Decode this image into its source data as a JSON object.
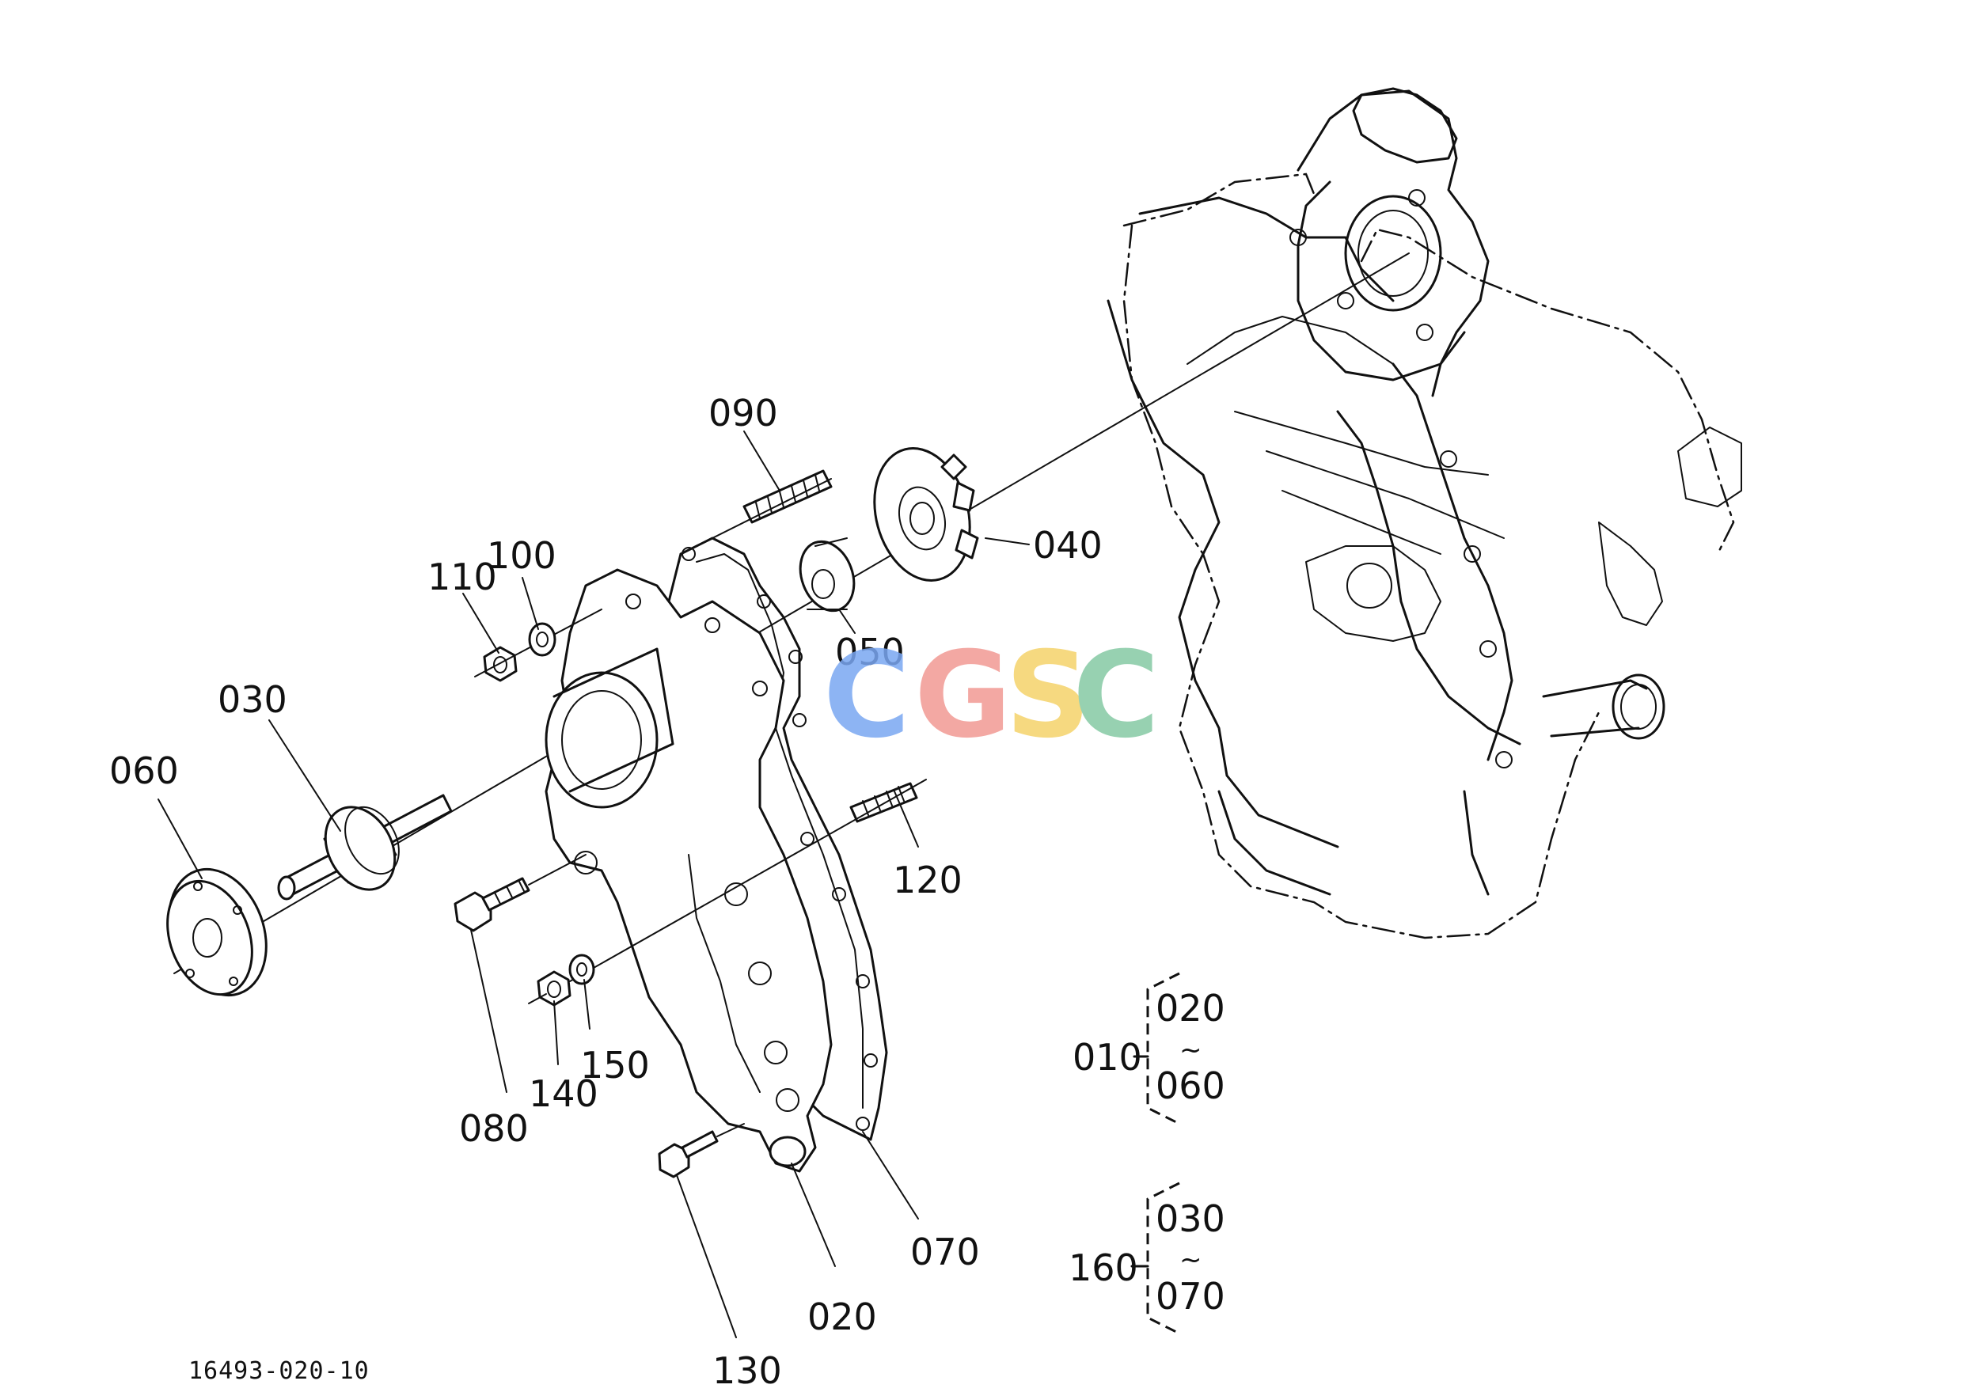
{
  "labels": {
    "p010": "010",
    "p020": "020",
    "p030": "030",
    "p040": "040",
    "p050": "050",
    "p060": "060",
    "p070": "070",
    "p080": "080",
    "p090": "090",
    "p100": "100",
    "p110": "110",
    "p120": "120",
    "p130": "130",
    "p140": "140",
    "p150": "150",
    "p160": "160"
  },
  "groups": {
    "g010": {
      "parent": "010",
      "from": "020",
      "tilde": "~",
      "to": "060"
    },
    "g160": {
      "parent": "160",
      "from": "030",
      "tilde": "~",
      "to": "070"
    }
  },
  "caption": "16493-020-10",
  "watermark": {
    "letters": [
      "C",
      "G",
      "S",
      "C"
    ],
    "colors": [
      "#7aa7f2",
      "#f29a94",
      "#f5d36a",
      "#86c9a4"
    ]
  }
}
